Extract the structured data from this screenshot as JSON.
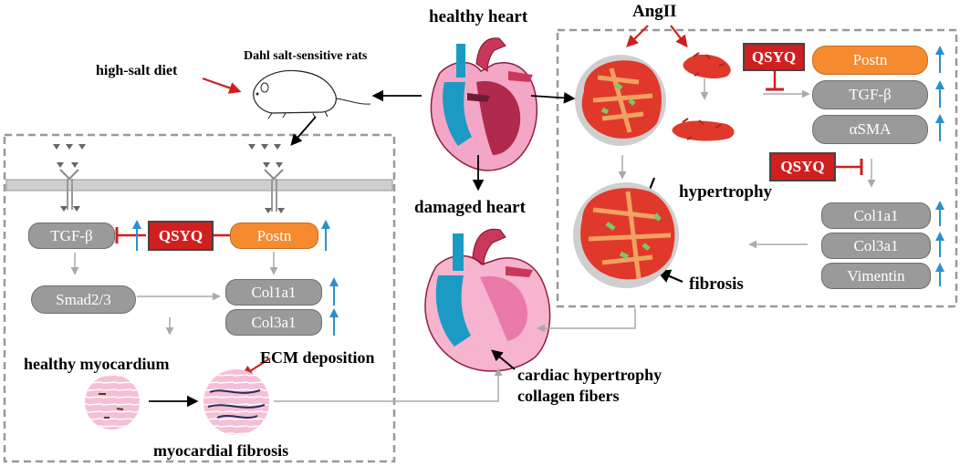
{
  "labels": {
    "healthy_heart": "healthy heart",
    "damaged_heart": "damaged heart",
    "angii": "AngII",
    "dahl_rats": "Dahl salt-sensitive rats",
    "high_salt_diet": "high-salt diet",
    "hypertrophy": "hypertrophy",
    "fibrosis": "fibrosis",
    "healthy_myocardium": "healthy myocardium",
    "ecm_deposition": "ECM deposition",
    "myocardial_fibrosis": "myocardial fibrosis",
    "cardiac_hypertrophy": "cardiac hypertrophy",
    "collagen_fibers": "collagen fibers"
  },
  "left_panel": {
    "tgfb": "TGF-β",
    "postn": "Postn",
    "qsyq": "QSYQ",
    "smad": "Smad2/3",
    "col1a1": "Col1a1",
    "col3a1": "Col3a1"
  },
  "right_panel": {
    "qsyq_top": "QSYQ",
    "qsyq_mid": "QSYQ",
    "postn": "Postn",
    "tgfb": "TGF-β",
    "asma": "αSMA",
    "col1a1": "Col1a1",
    "col3a1": "Col3a1",
    "vimentin": "Vimentin"
  },
  "colors": {
    "grey_pill": "#9a9a9a",
    "orange_pill": "#f58a2e",
    "qsyq_red": "#d01f1f",
    "up_arrow_blue": "#2a8fd0",
    "inhibit_red": "#d01f1f",
    "dashed_border": "#999999"
  },
  "icons": {
    "up_arrow": "up-arrow-icon",
    "inhibit": "inhibition-bar-icon"
  }
}
